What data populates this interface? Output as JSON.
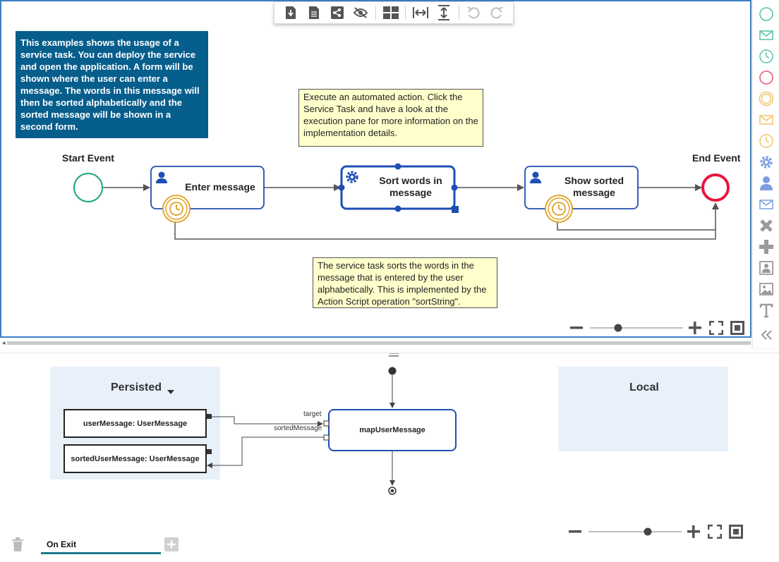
{
  "toolbar": {
    "items": [
      "download-icon",
      "document-icon",
      "share-icon",
      "hide-icon",
      "layout-icon",
      "fit-width-icon",
      "fit-height-icon",
      "undo-icon",
      "redo-icon"
    ]
  },
  "diagram": {
    "info": "This examples shows the usage of a service task. You can deploy the service and open the application. A form will be shown where the user can enter a message. The words in this message will then be sorted alphabetically and the sorted message will be shown in a second form.",
    "note_top": "Execute an automated action. Click the Service Task and have a look at the execution pane for more information on the implementation details.",
    "note_bottom": "The service task sorts the words in the message that is entered by the user alphabetically. This is implemented by the Action Script operation \"sortString\".",
    "start_label": "Start Event",
    "end_label": "End Event",
    "task1": "Enter message",
    "task2": "Sort words in message",
    "task3": "Show sorted message"
  },
  "palette": {
    "items": [
      "start-event-icon",
      "message-start-icon",
      "timer-start-icon",
      "end-event-icon",
      "intermediate-event-icon",
      "message-intermediate-icon",
      "timer-intermediate-icon",
      "service-task-icon",
      "user-task-icon",
      "send-task-icon",
      "exclusive-gateway-icon",
      "parallel-gateway-icon",
      "subprocess-icon",
      "image-icon",
      "text-icon",
      "collapse-icon"
    ]
  },
  "mapping": {
    "persisted_title": "Persisted",
    "local_title": "Local",
    "var1": "userMessage: UserMessage",
    "var2": "sortedUserMessage: UserMessage",
    "action": "mapUserMessage",
    "port_target": "target",
    "port_sorted": "sortedMessage"
  },
  "tabs": {
    "active": "On Exit"
  },
  "colors": {
    "accent": "#1e4fb4",
    "start": "#1aa37a",
    "end": "#e8163f",
    "timer": "#e0a020",
    "info_bg": "#065e8c",
    "note_bg": "#ffffcc",
    "scope_bg": "#e8f1fa"
  }
}
